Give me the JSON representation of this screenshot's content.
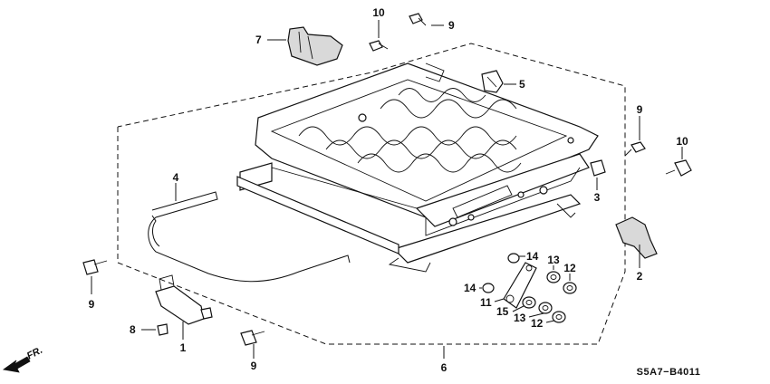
{
  "diagram": {
    "reference_code": "S5A7−B4011",
    "direction_label": "FR.",
    "callouts": [
      {
        "id": "c-10a",
        "text": "10"
      },
      {
        "id": "c-9a",
        "text": "9"
      },
      {
        "id": "c-7",
        "text": "7"
      },
      {
        "id": "c-5",
        "text": "5"
      },
      {
        "id": "c-9b",
        "text": "9"
      },
      {
        "id": "c-10b",
        "text": "10"
      },
      {
        "id": "c-3",
        "text": "3"
      },
      {
        "id": "c-4",
        "text": "4"
      },
      {
        "id": "c-2",
        "text": "2"
      },
      {
        "id": "c-14a",
        "text": "14"
      },
      {
        "id": "c-13a",
        "text": "13"
      },
      {
        "id": "c-12a",
        "text": "12"
      },
      {
        "id": "c-14b",
        "text": "14"
      },
      {
        "id": "c-11",
        "text": "11"
      },
      {
        "id": "c-15",
        "text": "15"
      },
      {
        "id": "c-13b",
        "text": "13"
      },
      {
        "id": "c-12b",
        "text": "12"
      },
      {
        "id": "c-9c",
        "text": "9"
      },
      {
        "id": "c-8",
        "text": "8"
      },
      {
        "id": "c-1",
        "text": "1"
      },
      {
        "id": "c-9d",
        "text": "9"
      },
      {
        "id": "c-6",
        "text": "6"
      }
    ]
  }
}
